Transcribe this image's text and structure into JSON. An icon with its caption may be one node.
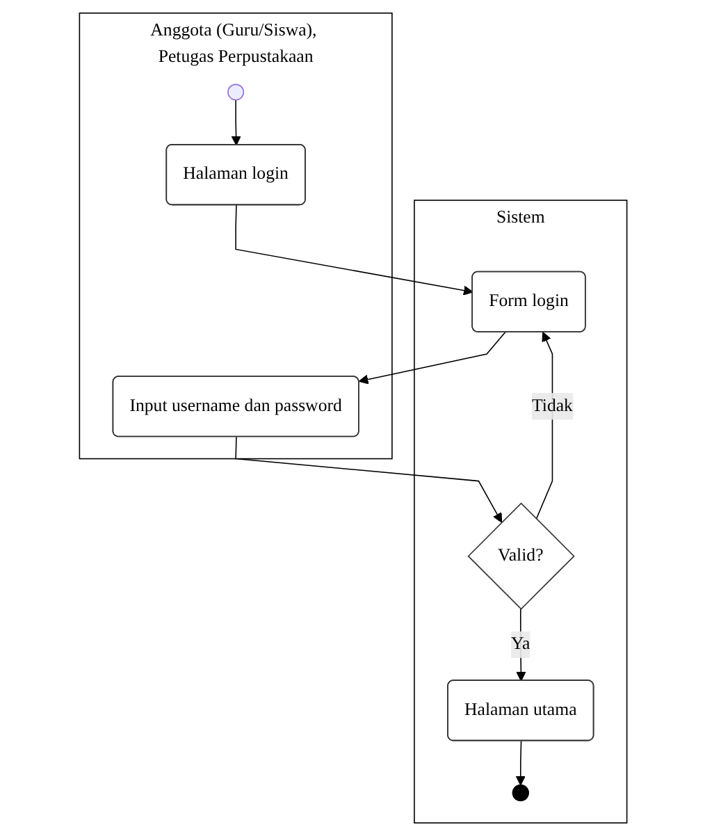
{
  "diagram": {
    "nodes": [
      {
        "text": [
          "Anggota (Guru/Siswa), Petugas Perpustakaan"
        ]
      },
      {
        "text": [
          "Sistem"
        ]
      },
      {
        "text": [],
        "shape": "circle",
        "in": 0
      },
      {
        "text": [
          "Halaman login"
        ],
        "in": 0
      },
      {
        "text": [
          "Form login"
        ],
        "in": 1
      },
      {
        "text": [
          "Input username dan password"
        ],
        "in": 0
      },
      {
        "text": [
          "Valid?"
        ],
        "in": 1
      },
      {
        "text": [
          "Halaman utama"
        ],
        "in": 1
      },
      {
        "text": [],
        "shape": "circle",
        "in": 1
      }
    ],
    "edges": [
      {
        "from": 2,
        "to": 3,
        "arrow": "to"
      },
      {
        "from": 3,
        "to": 4,
        "arrow": "to"
      },
      {
        "from": 4,
        "to": 5,
        "arrow": "to"
      },
      {
        "from": 5,
        "to": 6,
        "arrow": "to"
      },
      {
        "from": 6,
        "to": 4,
        "label": "Tidak",
        "arrow": "to"
      },
      {
        "from": 6,
        "to": 7,
        "label": "Ya",
        "arrow": "to"
      },
      {
        "from": 7,
        "to": 8,
        "arrow": "to"
      }
    ]
  }
}
